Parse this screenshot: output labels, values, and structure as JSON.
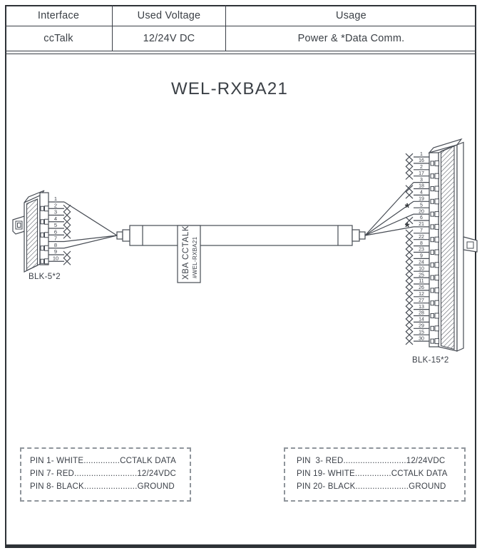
{
  "table": {
    "headers": [
      "Interface",
      "Used Voltage",
      "Usage"
    ],
    "row": [
      "ccTalk",
      "12/24V DC",
      "Power & *Data Comm."
    ]
  },
  "title": "WEL-RXBA21",
  "cable": {
    "tag_line1": "XBA CCTALK",
    "tag_line2": "#WEL-RXBA21"
  },
  "left_connector": {
    "label": "BLK-5*2",
    "pins": [
      {
        "n": "1",
        "state": "connected"
      },
      {
        "n": "2",
        "state": "nc"
      },
      {
        "n": "3",
        "state": "nc"
      },
      {
        "n": "4",
        "state": "nc"
      },
      {
        "n": "5",
        "state": "nc"
      },
      {
        "n": "6",
        "state": "nc"
      },
      {
        "n": "7",
        "state": "connected"
      },
      {
        "n": "8",
        "state": "connected"
      },
      {
        "n": "9",
        "state": "nc"
      },
      {
        "n": "10",
        "state": "nc"
      }
    ]
  },
  "right_connector": {
    "label": "BLK-15*2",
    "star": "*",
    "pins": [
      {
        "n": "1",
        "state": "nc"
      },
      {
        "n": "16",
        "state": "nc"
      },
      {
        "n": "2",
        "state": "nc"
      },
      {
        "n": "17",
        "state": "nc"
      },
      {
        "n": "3",
        "state": "connected"
      },
      {
        "n": "18",
        "state": "nc"
      },
      {
        "n": "4",
        "state": "nc"
      },
      {
        "n": "19",
        "state": "connected"
      },
      {
        "n": "5",
        "state": "starred"
      },
      {
        "n": "20",
        "state": "connected"
      },
      {
        "n": "6",
        "state": "nc"
      },
      {
        "n": "21",
        "state": "starred_connected"
      },
      {
        "n": "7",
        "state": "nc"
      },
      {
        "n": "22",
        "state": "nc"
      },
      {
        "n": "8",
        "state": "nc"
      },
      {
        "n": "23",
        "state": "nc"
      },
      {
        "n": "9",
        "state": "nc"
      },
      {
        "n": "24",
        "state": "nc"
      },
      {
        "n": "10",
        "state": "nc"
      },
      {
        "n": "25",
        "state": "nc"
      },
      {
        "n": "11",
        "state": "nc"
      },
      {
        "n": "26",
        "state": "nc"
      },
      {
        "n": "12",
        "state": "nc"
      },
      {
        "n": "27",
        "state": "nc"
      },
      {
        "n": "13",
        "state": "nc"
      },
      {
        "n": "28",
        "state": "nc"
      },
      {
        "n": "14",
        "state": "nc"
      },
      {
        "n": "29",
        "state": "nc"
      },
      {
        "n": "15",
        "state": "nc"
      },
      {
        "n": "30",
        "state": "nc"
      }
    ]
  },
  "pin_notes": {
    "left": [
      "PIN 1- WHITE...............CCTALK DATA",
      "PIN 7- RED..........................12/24VDC",
      "PIN 8- BLACK......................GROUND"
    ],
    "right": [
      "PIN  3- RED..........................12/24VDC",
      "PIN 19- WHITE...............CCTALK DATA",
      "PIN 20- BLACK......................GROUND"
    ]
  },
  "colors": {
    "line": "#474c54",
    "text": "#3a3f47",
    "border": "#2e3237",
    "dash": "#8f959b"
  }
}
